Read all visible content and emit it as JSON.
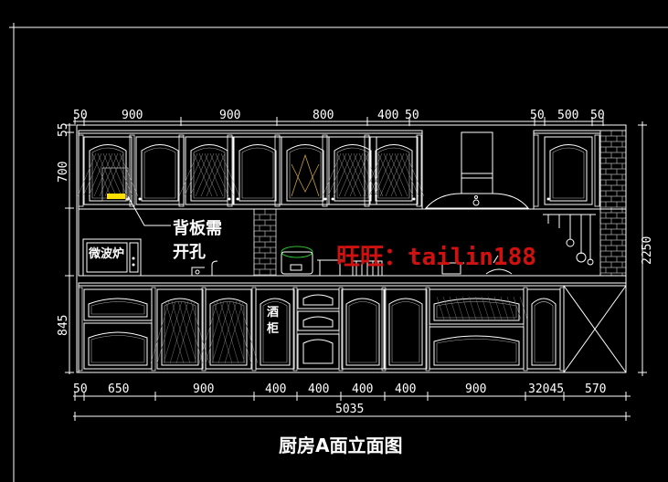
{
  "top_dimensions": [
    "50",
    "900",
    "900",
    "800",
    "400",
    "50",
    "50",
    "500",
    "50"
  ],
  "bottom_dimensions": [
    "50",
    "650",
    "900",
    "400",
    "400",
    "400",
    "400",
    "900",
    "32045",
    "570"
  ],
  "total_width": "5035",
  "left_dimensions": [
    "55",
    "700",
    "845"
  ],
  "right_dimension": "2250",
  "annotation_lines": [
    "背板需",
    "开孔"
  ],
  "microwave_label": "微波炉",
  "tall_cabinet_label": [
    "酒",
    "柜"
  ],
  "watermark": "旺旺：tailin188",
  "drawing_title": "厨房A面立面图",
  "colors": {
    "line": "#ffffff",
    "watermark": "#d11010",
    "hatch": "#b0b0b0",
    "accent": "#ffe000"
  }
}
